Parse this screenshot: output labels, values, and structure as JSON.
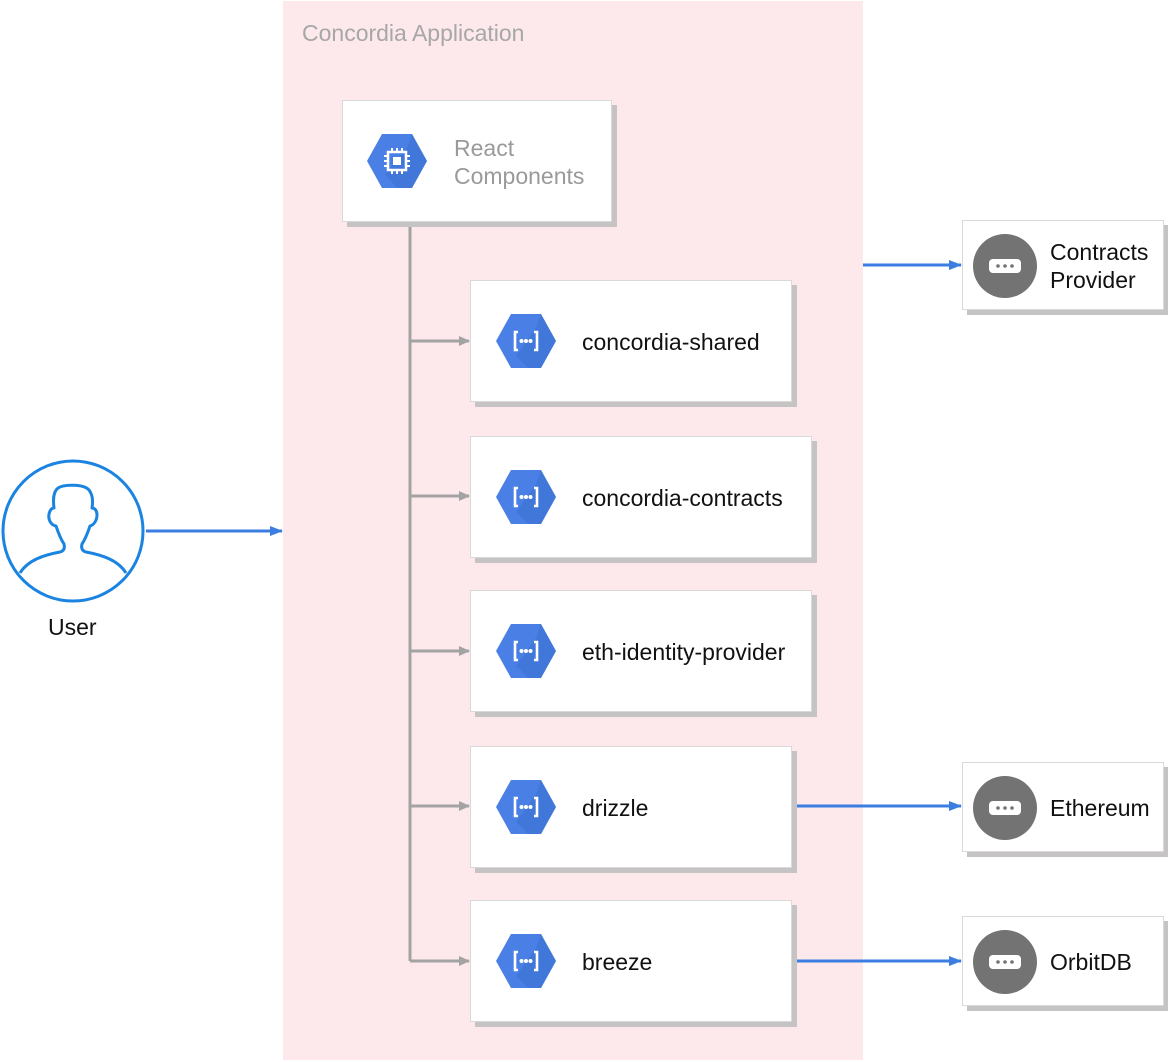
{
  "app": {
    "title": "Concordia Application"
  },
  "react": {
    "label": "React Components",
    "line1": "React",
    "line2": "Components",
    "icon": "processor-chip-icon"
  },
  "modules": [
    {
      "label": "concordia-shared",
      "icon": "api-brackets-icon"
    },
    {
      "label": "concordia-contracts",
      "icon": "api-brackets-icon"
    },
    {
      "label": "eth-identity-provider",
      "icon": "api-brackets-icon"
    },
    {
      "label": "drizzle",
      "icon": "api-brackets-icon"
    },
    {
      "label": "breeze",
      "icon": "api-brackets-icon"
    }
  ],
  "external": [
    {
      "label": "Contracts Provider",
      "line1": "Contracts",
      "line2": "Provider",
      "icon": "ellipsis-service-icon"
    },
    {
      "label": "Ethereum",
      "icon": "ellipsis-service-icon"
    },
    {
      "label": "OrbitDB",
      "icon": "ellipsis-service-icon"
    }
  ],
  "user": {
    "label": "User",
    "icon": "user-avatar-icon"
  },
  "colors": {
    "region_fill": "#fde9ec",
    "hex_blue": "#4a80e6",
    "ext_circle": "#737373",
    "blue_arrow": "#3b7de0",
    "gray_arrow": "#a3a3a3",
    "user_blue": "#1a84e0"
  }
}
